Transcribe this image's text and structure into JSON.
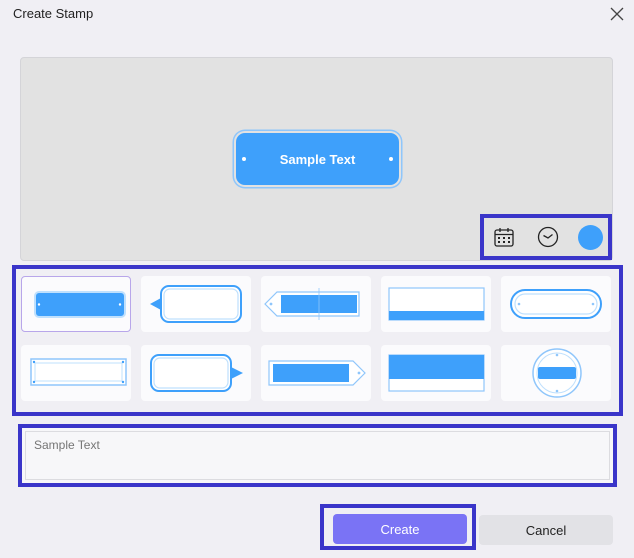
{
  "dialog": {
    "title": "Create Stamp",
    "close_icon": "close-icon"
  },
  "preview": {
    "stamp_text": "Sample Text",
    "stamp_color": "#3ea0fb"
  },
  "toolbar": {
    "calendar_icon": "calendar-icon",
    "clock_icon": "clock-icon",
    "selected_color": "#3ea0fb"
  },
  "gallery": {
    "selected_index": 0,
    "styles": [
      "rounded-rect-filled",
      "speech-bubble-left-outline",
      "ribbon-filled",
      "banner-bottom-bar",
      "pill-outline",
      "rect-outline-dots",
      "speech-bubble-right-outline",
      "ribbon-right-filled",
      "banner-split-filled",
      "circle-badge"
    ]
  },
  "text_input": {
    "value": "",
    "placeholder": "Sample Text"
  },
  "buttons": {
    "create_label": "Create",
    "cancel_label": "Cancel"
  },
  "colors": {
    "accent": "#3ea0fb",
    "primary_button": "#7a73f5",
    "highlight_frame": "#3a35c9"
  }
}
